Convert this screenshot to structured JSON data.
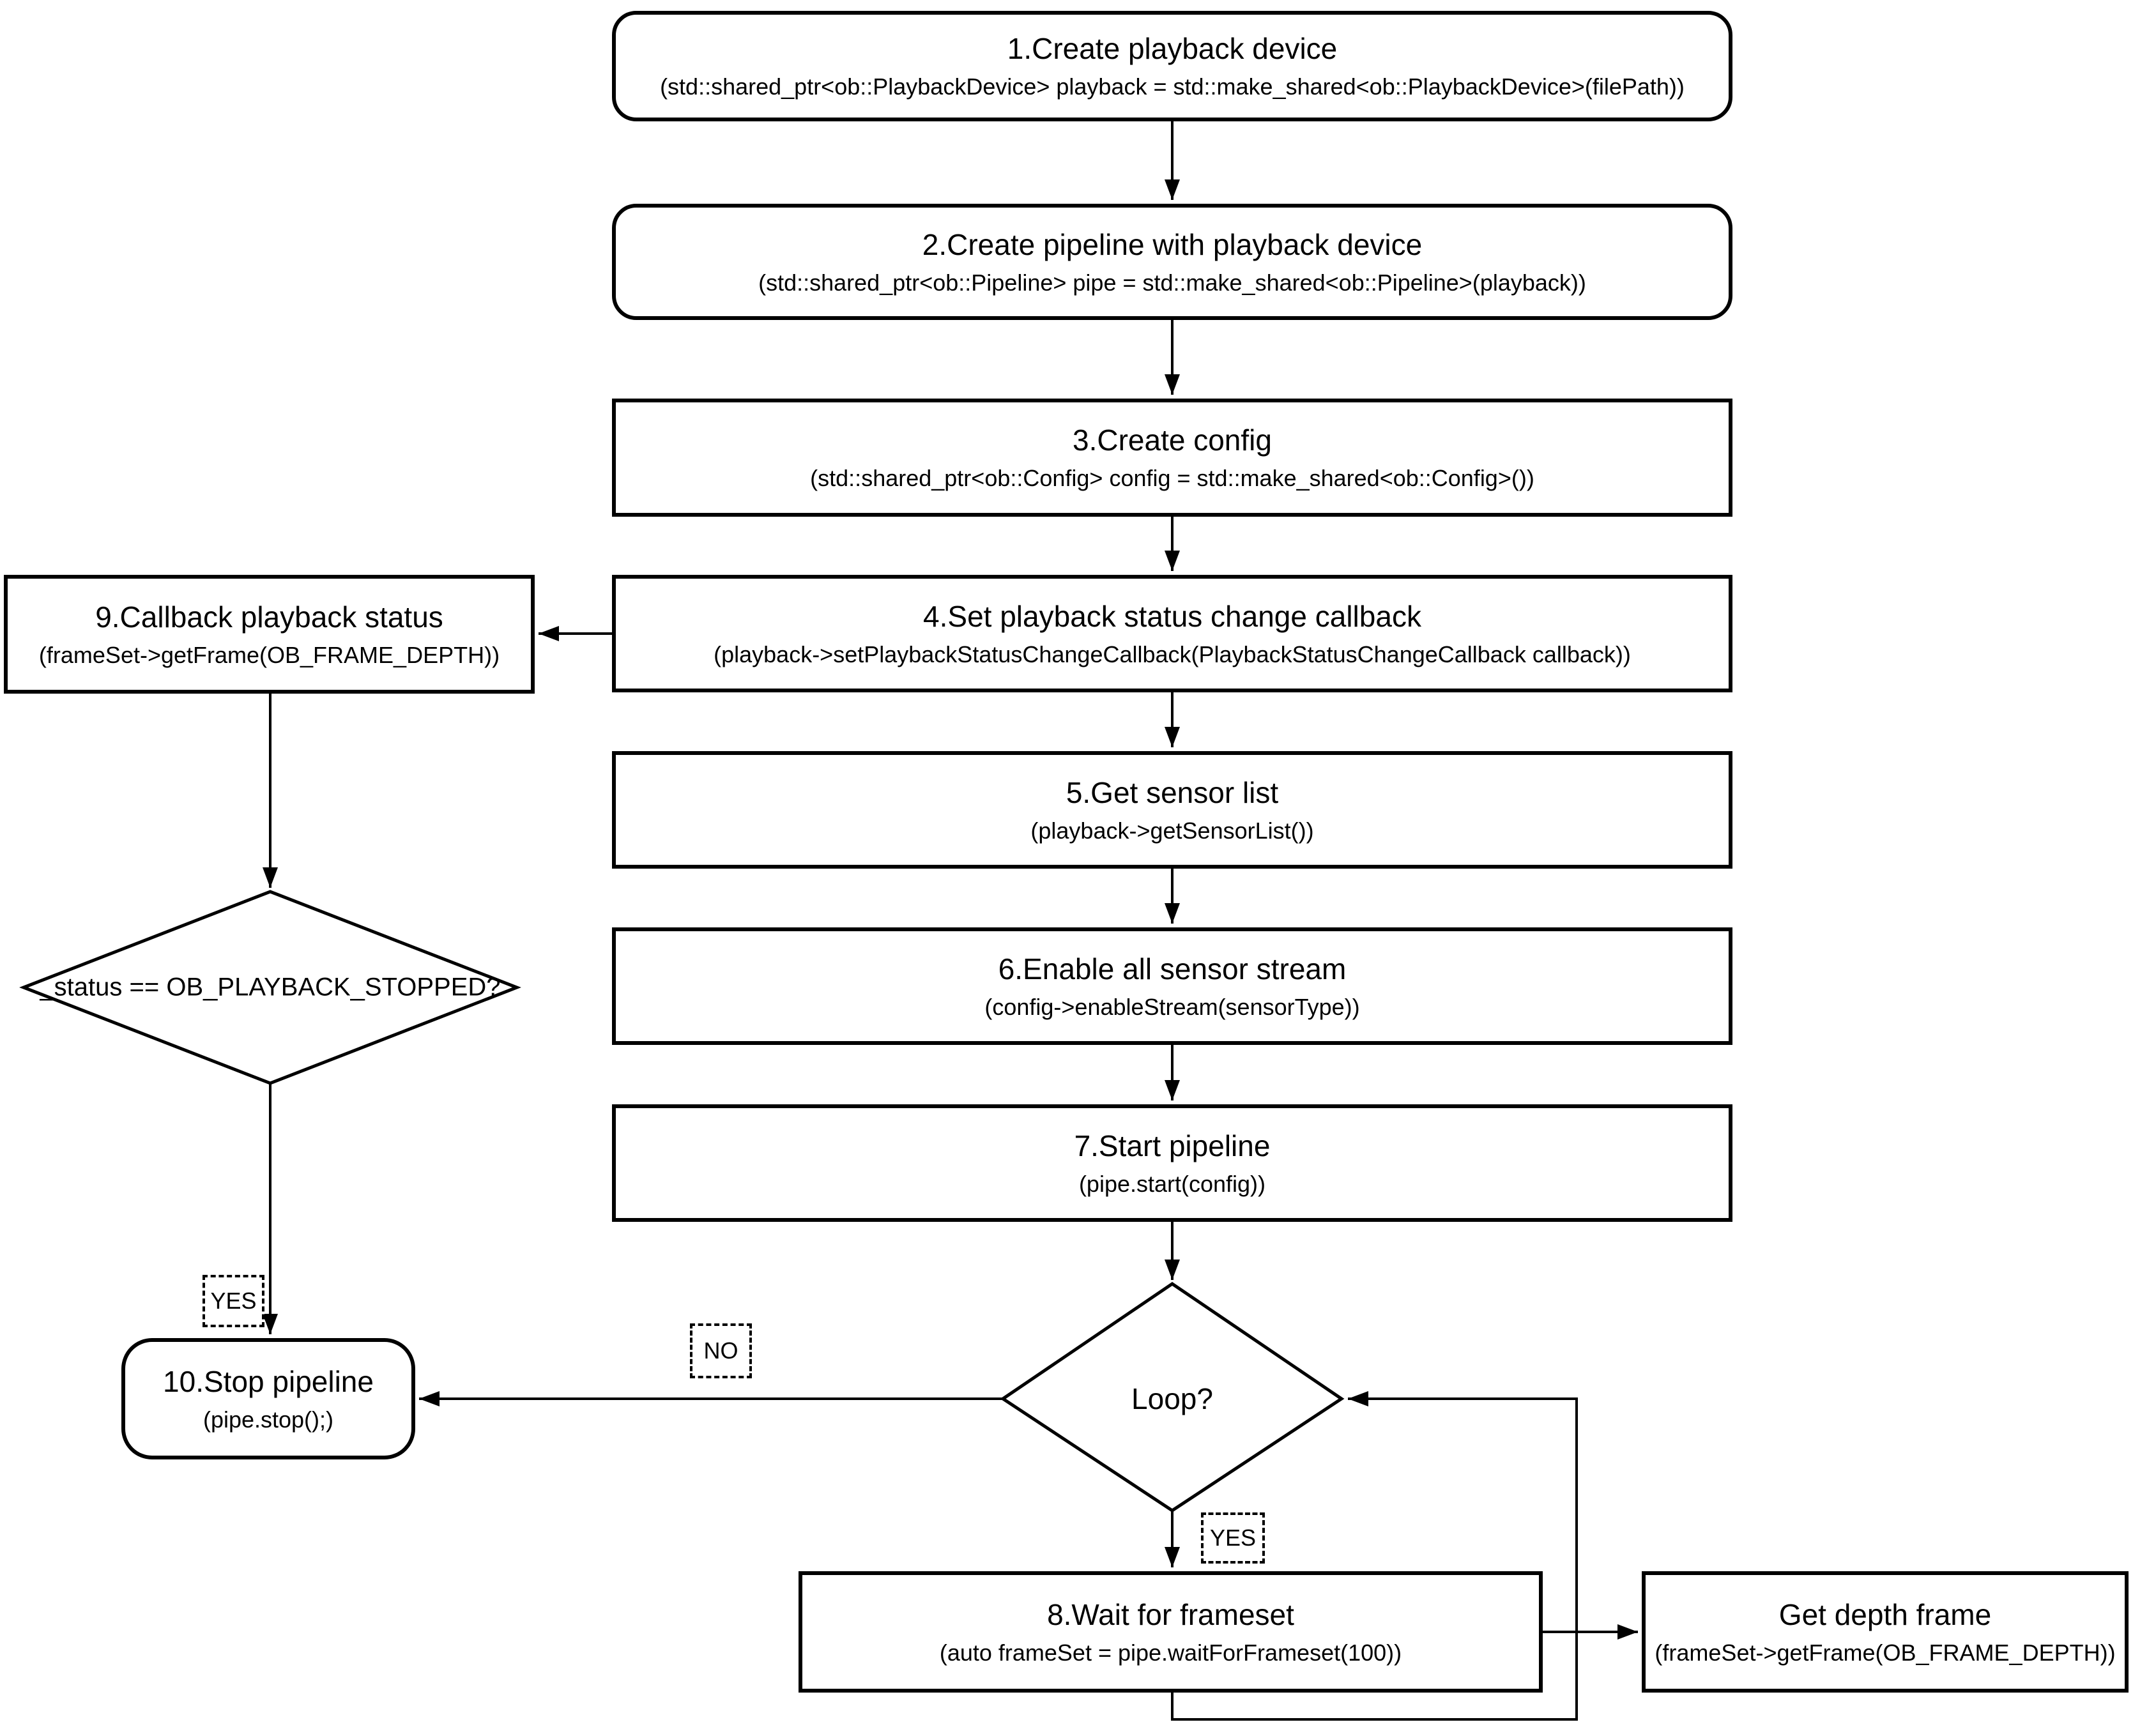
{
  "diagram": {
    "background": "#ffffff",
    "stroke_color": "#000000",
    "nodes": {
      "n1": {
        "title": "1.Create playback device",
        "code": "(std::shared_ptr<ob::PlaybackDevice> playback = std::make_shared<ob::PlaybackDevice>(filePath))"
      },
      "n2": {
        "title": "2.Create pipeline with playback device",
        "code": "(std::shared_ptr<ob::Pipeline> pipe = std::make_shared<ob::Pipeline>(playback))"
      },
      "n3": {
        "title": "3.Create config",
        "code": "(std::shared_ptr<ob::Config> config = std::make_shared<ob::Config>())"
      },
      "n4": {
        "title": "4.Set playback status change callback",
        "code": "(playback->setPlaybackStatusChangeCallback(PlaybackStatusChangeCallback callback))"
      },
      "n5": {
        "title": "5.Get sensor list",
        "code": "(playback->getSensorList())"
      },
      "n6": {
        "title": "6.Enable all sensor stream",
        "code": "(config->enableStream(sensorType))"
      },
      "n7": {
        "title": "7.Start pipeline",
        "code": "(pipe.start(config))"
      },
      "n8": {
        "title": "8.Wait for frameset",
        "code": "(auto frameSet = pipe.waitForFrameset(100))"
      },
      "n9": {
        "title": "9.Callback playback status",
        "code": "(frameSet->getFrame(OB_FRAME_DEPTH))"
      },
      "n10": {
        "title": "10.Stop pipeline",
        "code": "(pipe.stop();)"
      },
      "depth": {
        "title": "Get depth frame",
        "code": "(frameSet->getFrame(OB_FRAME_DEPTH))"
      },
      "status_decision": {
        "label": "_status == OB_PLAYBACK_STOPPED?"
      },
      "loop_decision": {
        "label": "Loop?"
      }
    },
    "edge_labels": {
      "yes_stop": "YES",
      "no": "NO",
      "yes_loop": "YES"
    }
  }
}
